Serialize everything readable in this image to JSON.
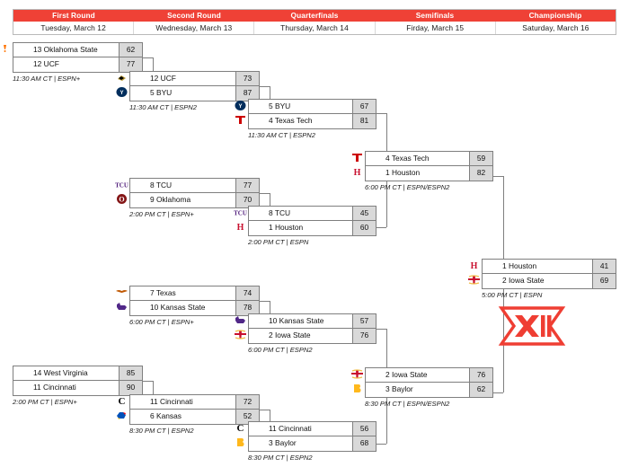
{
  "header": {
    "rounds": [
      {
        "name": "First Round",
        "date": "Tuesday, March 12"
      },
      {
        "name": "Second Round",
        "date": "Wednesday, March 13"
      },
      {
        "name": "Quarterfinals",
        "date": "Thursday, March 14"
      },
      {
        "name": "Semifinals",
        "date": "Firday, March 15"
      },
      {
        "name": "Championship",
        "date": "Saturday, March 16"
      }
    ],
    "accent_color": "#ef4136"
  },
  "logo": {
    "name": "big-12-conference-logo",
    "text": "XII",
    "color": "#ef3e33"
  },
  "matches": {
    "r1_top": {
      "teams": [
        {
          "seed_name": "13 Oklahoma State",
          "score": "62",
          "logo": "oklahoma-state-cowboys-logo"
        },
        {
          "seed_name": "12 UCF",
          "score": "77",
          "logo": "ucf-knights-logo"
        }
      ],
      "meta": "11:30 AM CT | ESPN+"
    },
    "r1_bottom": {
      "teams": [
        {
          "seed_name": "14 West Virginia",
          "score": "85",
          "logo": "west-virginia-mountaineers-logo"
        },
        {
          "seed_name": "11 Cincinnati",
          "score": "90",
          "logo": "cincinnati-bearcats-logo"
        }
      ],
      "meta": "2:00 PM CT | ESPN+"
    },
    "r2_1": {
      "teams": [
        {
          "seed_name": "12 UCF",
          "score": "73",
          "logo": "ucf-knights-logo"
        },
        {
          "seed_name": "5 BYU",
          "score": "87",
          "logo": "byu-cougars-logo"
        }
      ],
      "meta": "11:30 AM CT | ESPN2"
    },
    "r2_2": {
      "teams": [
        {
          "seed_name": "8 TCU",
          "score": "77",
          "logo": "tcu-horned-frogs-logo"
        },
        {
          "seed_name": "9 Oklahoma",
          "score": "70",
          "logo": "oklahoma-sooners-logo"
        }
      ],
      "meta": "2:00 PM CT | ESPN+"
    },
    "r2_3": {
      "teams": [
        {
          "seed_name": "7 Texas",
          "score": "74",
          "logo": "texas-longhorns-logo"
        },
        {
          "seed_name": "10 Kansas State",
          "score": "78",
          "logo": "kansas-state-wildcats-logo"
        }
      ],
      "meta": "6:00 PM CT | ESPN+"
    },
    "r2_4": {
      "teams": [
        {
          "seed_name": "11 Cincinnati",
          "score": "72",
          "logo": "cincinnati-bearcats-logo"
        },
        {
          "seed_name": "6 Kansas",
          "score": "52",
          "logo": "kansas-jayhawks-logo"
        }
      ],
      "meta": "8:30 PM CT | ESPN2"
    },
    "qf_1": {
      "teams": [
        {
          "seed_name": "5 BYU",
          "score": "67",
          "logo": "byu-cougars-logo"
        },
        {
          "seed_name": "4 Texas Tech",
          "score": "81",
          "logo": "texas-tech-red-raiders-logo"
        }
      ],
      "meta": "11:30 AM CT | ESPN2"
    },
    "qf_2": {
      "teams": [
        {
          "seed_name": "8 TCU",
          "score": "45",
          "logo": "tcu-horned-frogs-logo"
        },
        {
          "seed_name": "1 Houston",
          "score": "60",
          "logo": "houston-cougars-logo"
        }
      ],
      "meta": "2:00 PM CT | ESPN"
    },
    "qf_3": {
      "teams": [
        {
          "seed_name": "10 Kansas State",
          "score": "57",
          "logo": "kansas-state-wildcats-logo"
        },
        {
          "seed_name": "2 Iowa State",
          "score": "76",
          "logo": "iowa-state-cyclones-logo"
        }
      ],
      "meta": "6:00 PM CT | ESPN2"
    },
    "qf_4": {
      "teams": [
        {
          "seed_name": "11 Cincinnati",
          "score": "56",
          "logo": "cincinnati-bearcats-logo"
        },
        {
          "seed_name": "3 Baylor",
          "score": "68",
          "logo": "baylor-bears-logo"
        }
      ],
      "meta": "8:30 PM CT | ESPN2"
    },
    "sf_1": {
      "teams": [
        {
          "seed_name": "4 Texas Tech",
          "score": "59",
          "logo": "texas-tech-red-raiders-logo"
        },
        {
          "seed_name": "1 Houston",
          "score": "82",
          "logo": "houston-cougars-logo"
        }
      ],
      "meta": "6:00 PM CT | ESPN/ESPN2"
    },
    "sf_2": {
      "teams": [
        {
          "seed_name": "2 Iowa State",
          "score": "76",
          "logo": "iowa-state-cyclones-logo"
        },
        {
          "seed_name": "3 Baylor",
          "score": "62",
          "logo": "baylor-bears-logo"
        }
      ],
      "meta": "8:30 PM CT | ESPN/ESPN2"
    },
    "final": {
      "teams": [
        {
          "seed_name": "1 Houston",
          "score": "41",
          "logo": "houston-cougars-logo"
        },
        {
          "seed_name": "2 Iowa State",
          "score": "69",
          "logo": "iowa-state-cyclones-logo"
        }
      ],
      "meta": "5:00 PM CT | ESPN"
    }
  }
}
